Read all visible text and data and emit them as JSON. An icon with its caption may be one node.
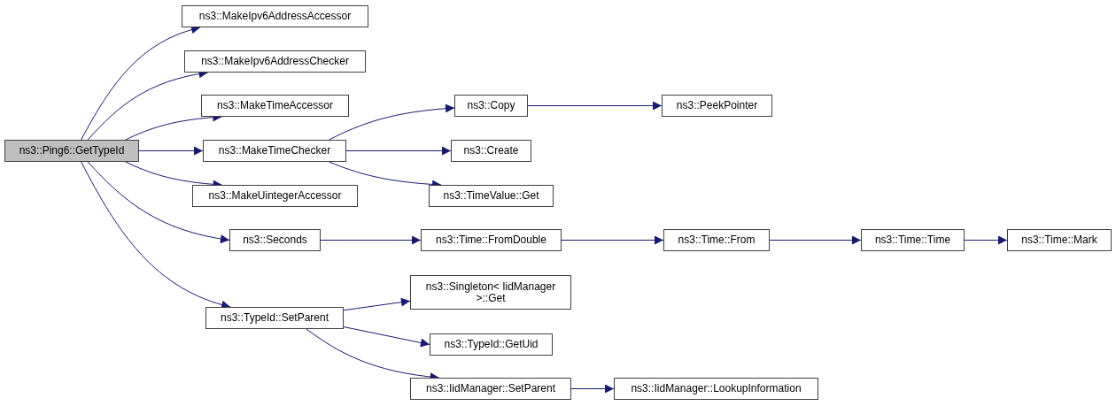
{
  "diagram": {
    "nodes": [
      {
        "text": [
          "ns3::Ping6::GetTypeId"
        ]
      },
      {
        "text": [
          "ns3::MakeIpv6AddressAccessor"
        ]
      },
      {
        "text": [
          "ns3::MakeIpv6AddressChecker"
        ]
      },
      {
        "text": [
          "ns3::MakeTimeAccessor"
        ]
      },
      {
        "text": [
          "ns3::MakeTimeChecker"
        ]
      },
      {
        "text": [
          "ns3::MakeUintegerAccessor"
        ]
      },
      {
        "text": [
          "ns3::Seconds"
        ]
      },
      {
        "text": [
          "ns3::TypeId::SetParent"
        ]
      },
      {
        "text": [
          "ns3::Copy"
        ]
      },
      {
        "text": [
          "ns3::PeekPointer"
        ]
      },
      {
        "text": [
          "ns3::Create"
        ]
      },
      {
        "text": [
          "ns3::TimeValue::Get"
        ]
      },
      {
        "text": [
          "ns3::Time::FromDouble"
        ]
      },
      {
        "text": [
          "ns3::Time::From"
        ]
      },
      {
        "text": [
          "ns3::Time::Time"
        ]
      },
      {
        "text": [
          "ns3::Time::Mark"
        ]
      },
      {
        "text": [
          "ns3::Singleton< IidManager >::Get"
        ]
      },
      {
        "text": [
          "ns3::TypeId::GetUid"
        ]
      },
      {
        "text": [
          "ns3::IidManager::SetParent"
        ]
      },
      {
        "text": [
          "ns3::IidManager::LookupInformation"
        ]
      }
    ],
    "edges": [
      {
        "from": 0,
        "to": 1,
        "arrow": "to"
      },
      {
        "from": 0,
        "to": 2,
        "arrow": "to"
      },
      {
        "from": 0,
        "to": 3,
        "arrow": "to"
      },
      {
        "from": 0,
        "to": 4,
        "arrow": "to"
      },
      {
        "from": 0,
        "to": 5,
        "arrow": "to"
      },
      {
        "from": 0,
        "to": 6,
        "arrow": "to"
      },
      {
        "from": 0,
        "to": 7,
        "arrow": "to"
      },
      {
        "from": 4,
        "to": 8,
        "arrow": "to"
      },
      {
        "from": 4,
        "to": 10,
        "arrow": "to"
      },
      {
        "from": 4,
        "to": 11,
        "arrow": "to"
      },
      {
        "from": 8,
        "to": 9,
        "arrow": "to"
      },
      {
        "from": 6,
        "to": 12,
        "arrow": "to"
      },
      {
        "from": 12,
        "to": 13,
        "arrow": "to"
      },
      {
        "from": 13,
        "to": 14,
        "arrow": "to"
      },
      {
        "from": 14,
        "to": 15,
        "arrow": "to"
      },
      {
        "from": 7,
        "to": 16,
        "arrow": "to"
      },
      {
        "from": 7,
        "to": 17,
        "arrow": "to"
      },
      {
        "from": 7,
        "to": 18,
        "arrow": "to"
      },
      {
        "from": 18,
        "to": 19,
        "arrow": "to"
      }
    ]
  }
}
